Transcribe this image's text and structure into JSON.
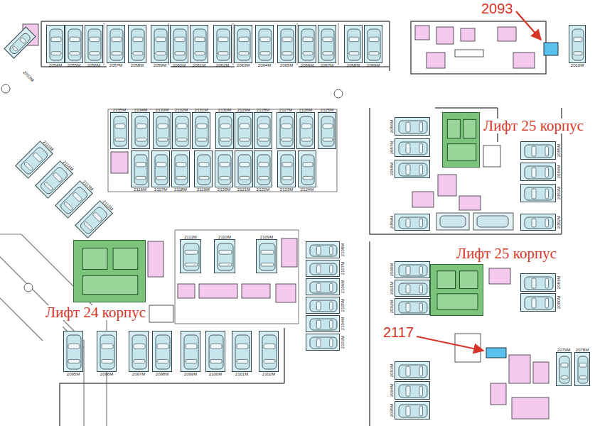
{
  "diagram": {
    "nodes": [
      {
        "text": [
          "2053М"
        ]
      },
      {
        "text": [
          "2054М"
        ]
      },
      {
        "text": [
          "2055М"
        ]
      },
      {
        "text": [
          "2056М"
        ]
      },
      {
        "text": [
          "2057М"
        ]
      },
      {
        "text": [
          "2058М"
        ]
      },
      {
        "text": [
          "2059М"
        ]
      },
      {
        "text": [
          "2060М"
        ]
      },
      {
        "text": [
          "2061М"
        ]
      },
      {
        "text": [
          "2062М"
        ]
      },
      {
        "text": [
          "2063М"
        ]
      },
      {
        "text": [
          "2064М"
        ]
      },
      {
        "text": [
          "2065М"
        ]
      },
      {
        "text": [
          "2066М"
        ]
      },
      {
        "text": [
          "2067М"
        ]
      },
      {
        "text": [
          "2068М"
        ]
      },
      {
        "text": [
          "2069М"
        ]
      },
      {
        "text": [
          "2010М"
        ]
      },
      {
        "text": [
          "2135М"
        ]
      },
      {
        "text": [
          "2134М"
        ]
      },
      {
        "text": [
          "2133М"
        ]
      },
      {
        "text": [
          "2132М"
        ]
      },
      {
        "text": [
          "2131М"
        ]
      },
      {
        "text": [
          "2130М"
        ]
      },
      {
        "text": [
          "2129М"
        ]
      },
      {
        "text": [
          "2128М"
        ]
      },
      {
        "text": [
          "2127М"
        ]
      },
      {
        "text": [
          "2126М"
        ]
      },
      {
        "text": [
          "2125М"
        ]
      },
      {
        "text": [
          "2116М"
        ]
      },
      {
        "text": [
          "2117М"
        ]
      },
      {
        "text": [
          "2118М"
        ]
      },
      {
        "text": [
          "2119М"
        ]
      },
      {
        "text": [
          "2120М"
        ]
      },
      {
        "text": [
          "2121М"
        ]
      },
      {
        "text": [
          "2122М"
        ]
      },
      {
        "text": [
          "2123М"
        ]
      },
      {
        "text": [
          "2124М"
        ]
      },
      {
        "text": [
          "2115М"
        ]
      },
      {
        "text": [
          "2114М"
        ]
      },
      {
        "text": [
          "2113М"
        ]
      },
      {
        "text": [
          "2112М"
        ]
      },
      {
        "text": [
          "Лифт 25 корпус"
        ]
      },
      {
        "text": [
          "2086М"
        ]
      },
      {
        "text": [
          "2087М"
        ]
      },
      {
        "text": [
          "2088М"
        ]
      },
      {
        "text": [
          "2085М"
        ]
      },
      {
        "text": [
          "2084М"
        ]
      },
      {
        "text": [
          "2083М"
        ]
      },
      {
        "text": [
          "2089М"
        ]
      },
      {
        "text": [
          "2082М"
        ]
      },
      {
        "text": [
          "2111М"
        ]
      },
      {
        "text": [
          "2110М"
        ]
      },
      {
        "text": [
          "2109М"
        ]
      },
      {
        "text": [
          "Лифт 24 корпус"
        ]
      },
      {
        "text": [
          "Лифт 25 корпус"
        ]
      },
      {
        "text": [
          "2108М"
        ]
      },
      {
        "text": [
          "2107М"
        ]
      },
      {
        "text": [
          "2106М"
        ]
      },
      {
        "text": [
          "2105М"
        ]
      },
      {
        "text": [
          "2104М"
        ]
      },
      {
        "text": [
          "2103М"
        ]
      },
      {
        "text": [
          "2090М"
        ]
      },
      {
        "text": [
          "2091М"
        ]
      },
      {
        "text": [
          "2092М"
        ]
      },
      {
        "text": [
          "2081М"
        ]
      },
      {
        "text": [
          "2080М"
        ]
      },
      {
        "text": [
          "2095М"
        ]
      },
      {
        "text": [
          "2096М"
        ]
      },
      {
        "text": [
          "2097М"
        ]
      },
      {
        "text": [
          "2098М"
        ]
      },
      {
        "text": [
          "2099М"
        ]
      },
      {
        "text": [
          "2100М"
        ]
      },
      {
        "text": [
          "2101М"
        ]
      },
      {
        "text": [
          "2102М"
        ]
      },
      {
        "text": [
          "2093М"
        ]
      },
      {
        "text": [
          "2094М"
        ]
      },
      {
        "text": [
          "2095М"
        ]
      },
      {
        "text": [
          "2079М"
        ]
      },
      {
        "text": [
          "2078М"
        ]
      }
    ],
    "labels": [
      "2093",
      "2117"
    ]
  }
}
